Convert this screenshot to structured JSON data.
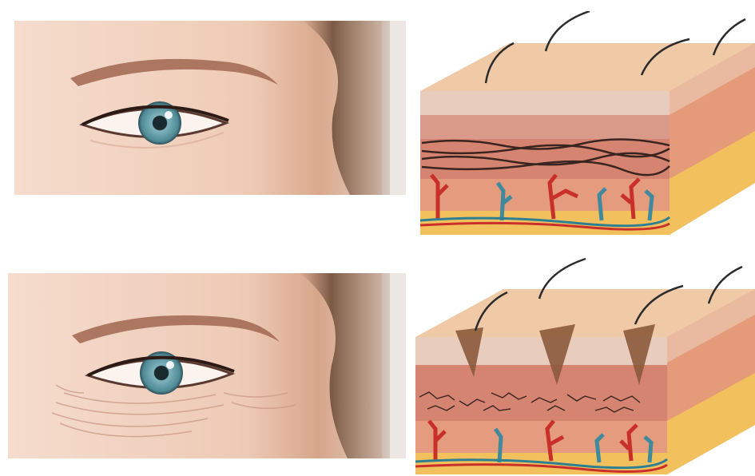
{
  "figure": {
    "rows": [
      {
        "condition": "youthful-skin",
        "eye_panel": "smooth-eye-closeup",
        "skin_panel": "skin-cross-section-dense-collagen"
      },
      {
        "condition": "aged-skin",
        "eye_panel": "wrinkled-eye-closeup",
        "skin_panel": "skin-cross-section-broken-collagen-wrinkles"
      }
    ],
    "colors": {
      "iris": "#5f99a3",
      "skin_tone": "#f3d3c2",
      "hair": "#8a6650",
      "epidermis": "#e8b48e",
      "dermis": "#d98a72",
      "fat": "#f2c56a",
      "artery": "#c9302a",
      "vein": "#3f8a9c",
      "collagen": "#3a2420"
    }
  }
}
